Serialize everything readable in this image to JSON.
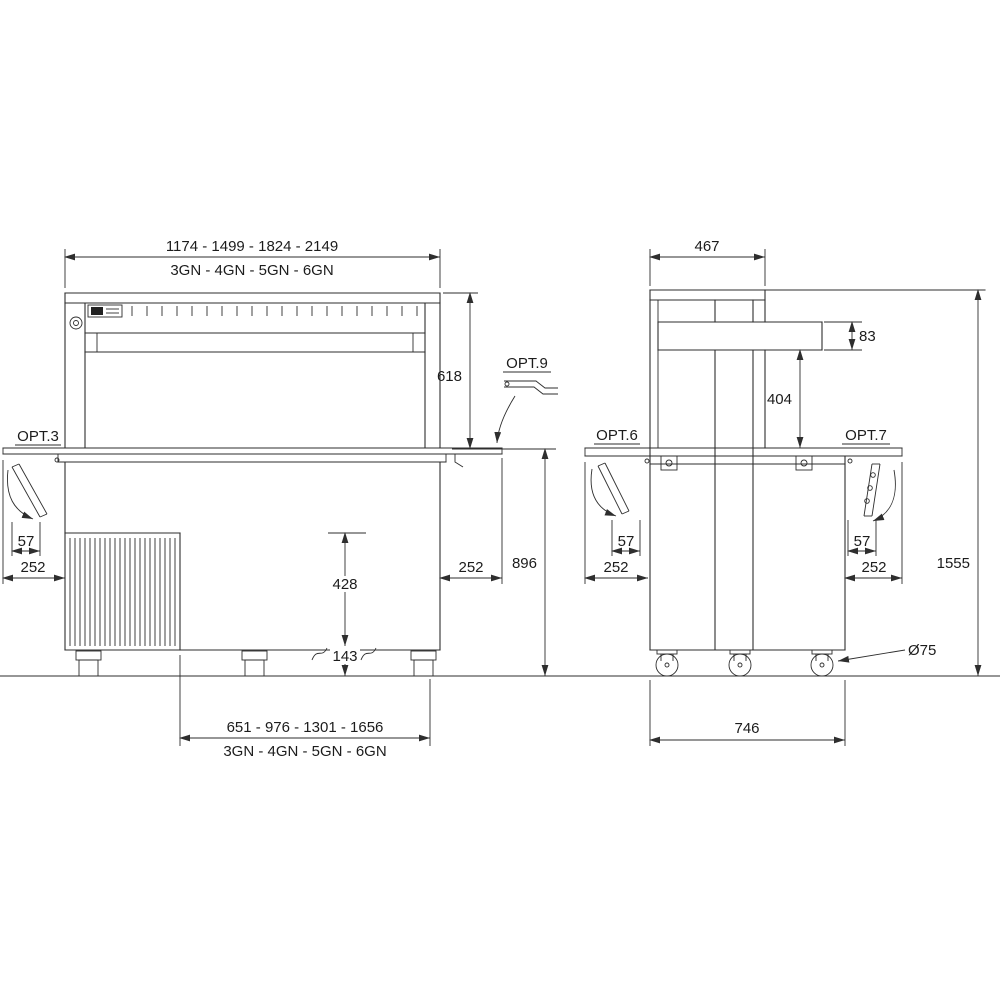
{
  "page": {
    "background": "#ffffff",
    "line_color": "#2e2e2e"
  },
  "front_view": {
    "top_width_mm": "1174 - 1499 - 1824 - 2149",
    "top_width_models": "3GN - 4GN - 5GN - 6GN",
    "display_height_mm": "618",
    "opt3_label": "OPT.3",
    "opt9_label": "OPT.9",
    "left_shelf_offset_mm": "57",
    "left_shelf_width_mm": "252",
    "right_shelf_width_mm": "252",
    "worktop_height_mm": "896",
    "well_depth_mm": "428",
    "plinth_height_mm": "143",
    "base_width_mm": "651 - 976 - 1301 - 1656",
    "base_width_models": "3GN - 4GN - 5GN - 6GN"
  },
  "side_view": {
    "canopy_depth_mm": "467",
    "shelf_thickness_mm": "83",
    "shelf_clearance_mm": "404",
    "opt6_label": "OPT.6",
    "opt7_label": "OPT.7",
    "left_shelf_offset_mm": "57",
    "left_shelf_width_mm": "252",
    "right_shelf_offset_mm": "57",
    "right_shelf_width_mm": "252",
    "overall_height_mm": "1555",
    "caster_diameter_mm": "Ø75",
    "base_depth_mm": "746"
  }
}
